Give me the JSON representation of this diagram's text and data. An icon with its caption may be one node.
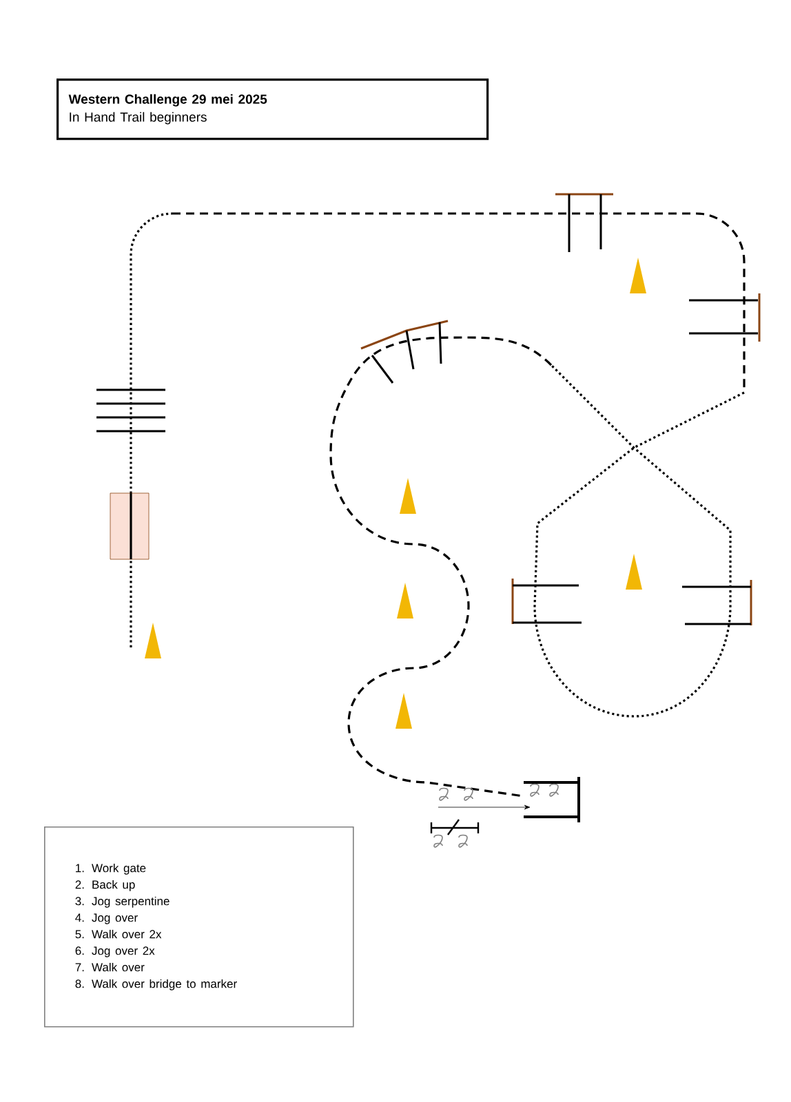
{
  "diagram": {
    "nodes": [
      {
        "text": [
          "Western Challenge 29 mei 2025",
          "In Hand Trail beginners"
        ]
      },
      {
        "text": [
          "1. Work gate",
          "2. Back up",
          "3. Jog serpentine",
          "4. Jog over",
          "5. Walk over 2x",
          "6. Jog over 2x",
          "7. Walk over",
          "8. Walk over bridge to marker"
        ]
      }
    ]
  }
}
